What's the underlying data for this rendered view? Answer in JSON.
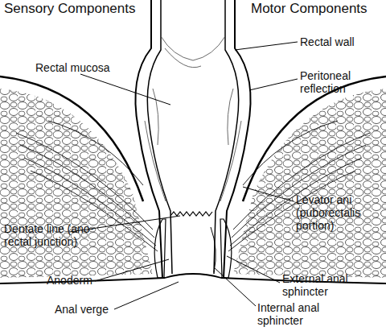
{
  "diagram": {
    "labels": [
      "Sensory Components",
      "Motor Components",
      "Rectal mucosa",
      "Rectal wall",
      "Peritoneal reflection",
      "Levator ani (puborectalis portion)",
      "Dentate line (ano-rectal junction)",
      "Anoderm",
      "Anal verge",
      "External anal sphincter",
      "Internal anal sphincter"
    ]
  }
}
